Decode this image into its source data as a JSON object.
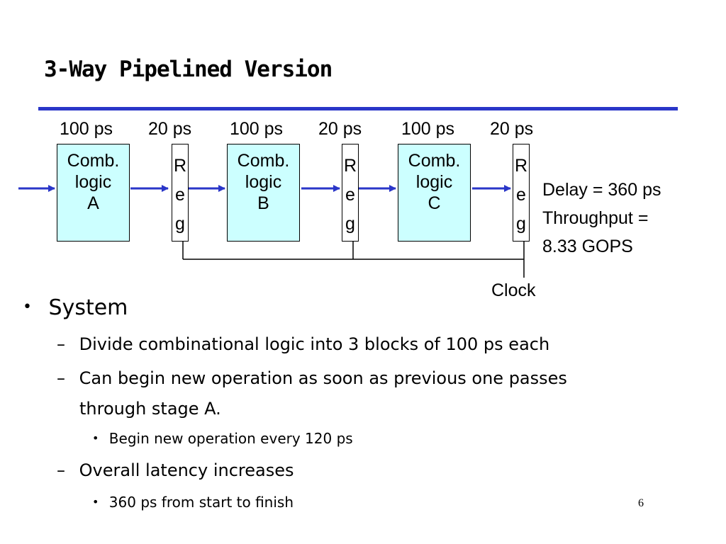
{
  "title": "3-Way Pipelined Version",
  "stage_timings": [
    "100 ps",
    "20 ps",
    "100 ps",
    "20 ps",
    "100 ps",
    "20 ps"
  ],
  "comb_blocks": [
    {
      "line1": "Comb.",
      "line2": "logic",
      "line3": "A"
    },
    {
      "line1": "Comb.",
      "line2": "logic",
      "line3": "B"
    },
    {
      "line1": "Comb.",
      "line2": "logic",
      "line3": "C"
    }
  ],
  "register_letters": [
    "R",
    "e",
    "g"
  ],
  "stats": {
    "delay": "Delay = 360 ps",
    "throughput_line1": "Throughput =",
    "throughput_line2": "8.33 GOPS"
  },
  "clock_label": "Clock",
  "bullets": {
    "system": "System",
    "items": [
      "Divide combinational logic into 3 blocks of 100 ps each",
      "Can begin new operation as soon as previous one passes",
      "through stage A.",
      "Begin new operation every 120 ps",
      "Overall latency increases",
      "360 ps from start to finish"
    ],
    "bullet_symbol": "•",
    "dash_symbol": "–"
  },
  "page_number": "6",
  "colors": {
    "rule": "#2a36c8",
    "arrow": "#2a36c8",
    "comb_fill": "#ccffff"
  }
}
